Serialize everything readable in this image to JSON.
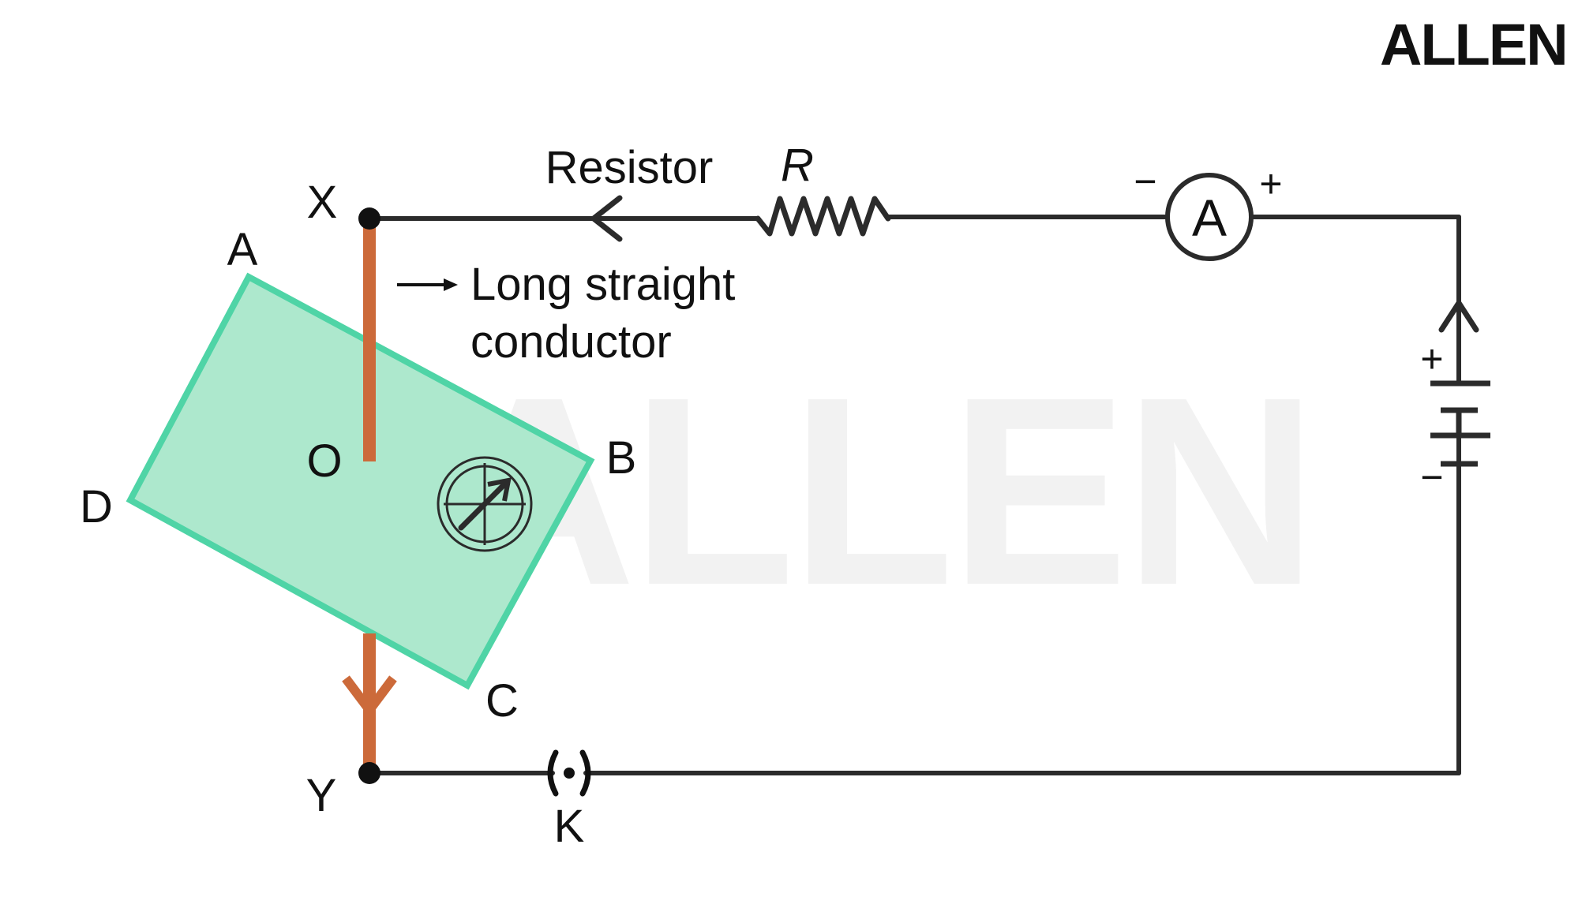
{
  "brand": {
    "logo_text": "ALLEN",
    "watermark_text": "ALLEN"
  },
  "labels": {
    "X": "X",
    "Y": "Y",
    "A": "A",
    "B": "B",
    "C": "C",
    "D": "D",
    "O": "O",
    "K": "K",
    "resistor": "Resistor",
    "resistance_symbol": "R",
    "conductor_line1": "Long straight",
    "conductor_line2": "conductor",
    "ammeter": "A",
    "ammeter_minus": "−",
    "ammeter_plus": "+",
    "battery_plus": "+",
    "battery_minus": "−"
  },
  "colors": {
    "wire": "#2b2b2b",
    "conductor": "#cc6a3a",
    "board_fill": "#ade8cd",
    "board_stroke": "#4fd4a6",
    "watermark": "#f2f2f2"
  },
  "icons": [
    "compass-icon",
    "ammeter-icon",
    "battery-icon",
    "resistor-icon",
    "key-icon"
  ]
}
